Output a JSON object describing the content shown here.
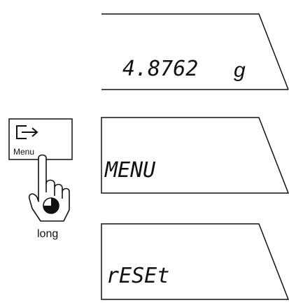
{
  "displays": [
    {
      "text": "4.8762",
      "unit": "g"
    },
    {
      "text": "MENU"
    },
    {
      "text": "rESEt"
    }
  ],
  "key": {
    "label": "Menu",
    "icon": "exit-arrow-icon"
  },
  "hand": {
    "icon": "pointing-hand-icon",
    "press_indicator_icon": "long-press-clock-icon",
    "caption": "long"
  }
}
